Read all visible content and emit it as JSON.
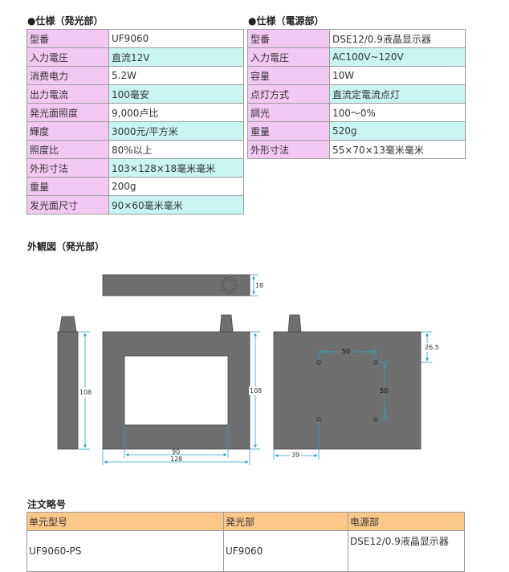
{
  "light_spec": {
    "title": "●仕様（発光部）",
    "rows": [
      {
        "key": "型番",
        "value": "UF9060",
        "highlight": false
      },
      {
        "key": "入力電圧",
        "value": "直流12V",
        "highlight": true
      },
      {
        "key": "消费电力",
        "value": "5.2W",
        "highlight": false
      },
      {
        "key": "出力電流",
        "value": "100毫安",
        "highlight": true
      },
      {
        "key": "発光面照度",
        "value": "9,000卢比",
        "highlight": false
      },
      {
        "key": "輝度",
        "value": "3000元/平方米",
        "highlight": true
      },
      {
        "key": "照度比",
        "value": "80%以上",
        "highlight": false
      },
      {
        "key": "外形寸法",
        "value": "103×128×18毫米毫米",
        "highlight": true
      },
      {
        "key": "重量",
        "value": "200g",
        "highlight": false
      },
      {
        "key": "发光面尺寸",
        "value": "90×60毫米毫米",
        "highlight": true
      }
    ]
  },
  "power_spec": {
    "title": "●仕様（電源部）",
    "rows": [
      {
        "key": "型番",
        "value": "DSE12/0.9液晶显示器",
        "highlight": false
      },
      {
        "key": "入力電圧",
        "value": "AC100V~120V",
        "highlight": true
      },
      {
        "key": "容量",
        "value": "10W",
        "highlight": false
      },
      {
        "key": "点灯方式",
        "value": "直流定電流点灯",
        "highlight": true
      },
      {
        "key": "調光",
        "value": "100～0%",
        "highlight": false
      },
      {
        "key": "重量",
        "value": "520g",
        "highlight": true
      },
      {
        "key": "外形寸法",
        "value": "55×70×13毫米毫米",
        "highlight": false
      }
    ]
  },
  "drawing": {
    "title": "外観図（発光部）",
    "dims": {
      "top_thickness": "18",
      "side_height": "108",
      "front_height": "108",
      "window_width": "90",
      "total_width": "128",
      "hole_spacing_h": "50",
      "hole_spacing_v": "50",
      "top_offset": "26.5",
      "left_offset": "39"
    },
    "colors": {
      "body": "#6f6f6f",
      "dimension": "#2aa6c9",
      "window": "#ffffff"
    }
  },
  "order": {
    "title": "注文略号",
    "headers": [
      "单元型号",
      "発光部",
      "电源部"
    ],
    "row": [
      "UF9060-PS",
      "UF9060",
      "DSE12/0.9液晶显示器"
    ]
  }
}
